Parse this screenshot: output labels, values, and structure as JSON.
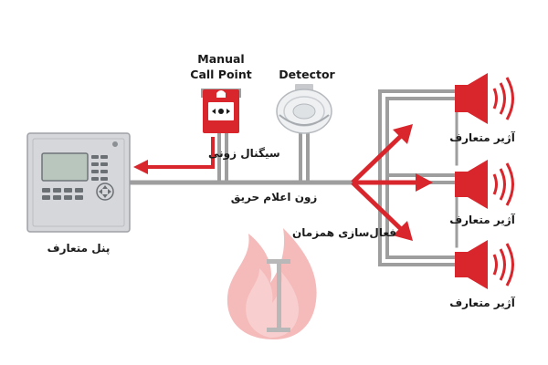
{
  "labels": {
    "manual_call_point_line1": "Manual",
    "manual_call_point_line2": "Call Point",
    "detector": "Detector",
    "zone_signal": "سیگنال زونی",
    "fire_alarm_zone": "زون اعلام حریق",
    "simultaneous_activation": "فعال‌سازی همزمان",
    "panel": "پنل متعارف",
    "sounder_1": "آژیر متعارف",
    "sounder_2": "آژیر متعارف",
    "sounder_3": "آژیر متعارف"
  },
  "colors": {
    "accent_red": "#d8262c",
    "wire_gray": "#9e9e9e",
    "panel_gray": "#d9dadc",
    "flame_pink": "#f3a5a5",
    "text": "#1a1a1a"
  },
  "icons": [
    "fire-alarm-panel-icon",
    "manual-call-point-icon",
    "smoke-detector-icon",
    "sounder-icon",
    "flame-icon"
  ]
}
